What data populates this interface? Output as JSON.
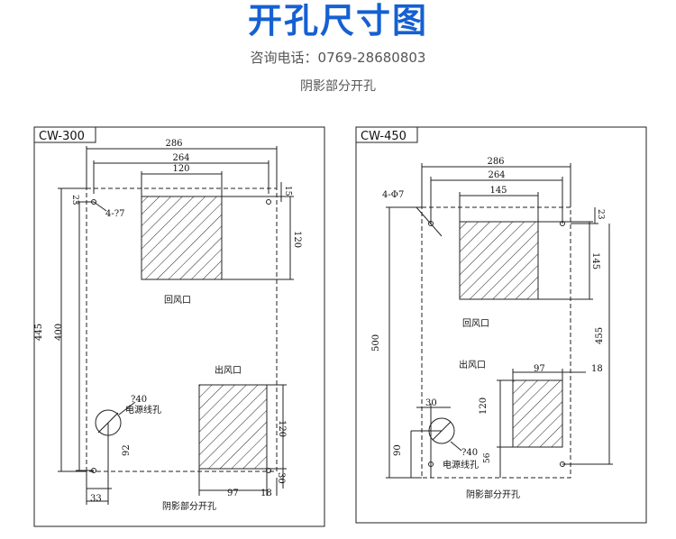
{
  "header": {
    "title": "开孔尺寸图",
    "phone": "咨询电话：0769-28680803",
    "caption": "阴影部分开孔"
  },
  "diagrams": {
    "left": {
      "model": "CW-300",
      "dims": {
        "d286": "286",
        "d264": "264",
        "d120top": "120",
        "d23": "23",
        "d15": "15",
        "d120side": "120",
        "d445": "445",
        "d400": "400",
        "d40": "?40",
        "d92": "92",
        "d33": "33",
        "d97": "97",
        "d18": "18",
        "d120b": "120",
        "d30": "30"
      },
      "holes": "4-?7",
      "return_port": "回风口",
      "outlet_port": "出风口",
      "power_hole": "电源线孔",
      "caption": "阴影部分开孔"
    },
    "right": {
      "model": "CW-450",
      "dims": {
        "d286": "286",
        "d264": "264",
        "d145top": "145",
        "d23": "23",
        "d145side": "145",
        "d500": "500",
        "d455": "455",
        "d97": "97",
        "d18": "18",
        "d120": "120",
        "d30": "30",
        "d90": "90",
        "d56": "56",
        "d40": "?40"
      },
      "holes": "4-Φ7",
      "return_port": "回风口",
      "outlet_port": "出风口",
      "power_hole": "电源线孔",
      "caption": "阴影部分开孔"
    }
  },
  "colors": {
    "title": "#1560d2",
    "line": "#222222"
  }
}
